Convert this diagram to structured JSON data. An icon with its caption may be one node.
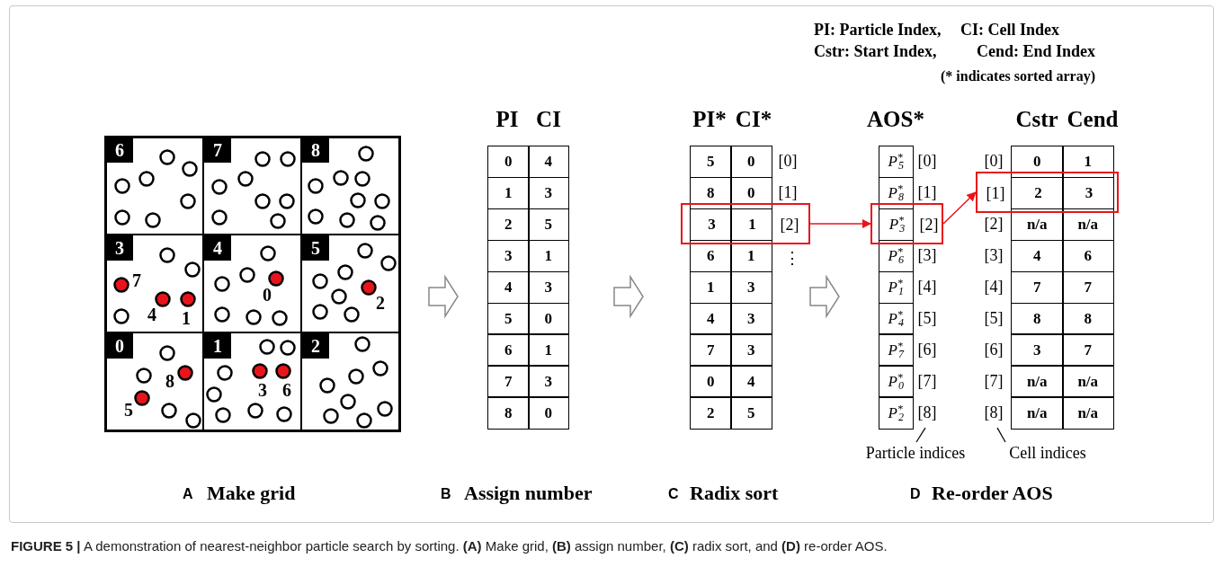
{
  "diagram": {
    "caption": "**FIGURE 5 |** A demonstration of nearest-neighbor particle search by sorting. **(A)** Make grid, **(B)** assign number, **(C)** radix sort, and **(D)** re-order AOS.",
    "nodes": [
      {
        "text": [],
        "shape": "box"
      },
      {
        "text": [
          "6"
        ],
        "in": 0
      },
      {
        "text": [
          "7"
        ],
        "in": 0
      },
      {
        "text": [
          "8"
        ],
        "in": 0
      },
      {
        "text": [
          "3",
          "7",
          "4",
          "1"
        ],
        "in": 0
      },
      {
        "text": [
          "4",
          "0"
        ],
        "in": 0
      },
      {
        "text": [
          "5",
          "2"
        ],
        "in": 0
      },
      {
        "text": [
          "0",
          "8",
          "5"
        ],
        "in": 0
      },
      {
        "text": [
          "1",
          "3",
          "6"
        ],
        "in": 0
      },
      {
        "text": [
          "2"
        ],
        "in": 0
      },
      {
        "text": [
          "PI",
          "CI",
          "0",
          "4",
          "1",
          "3",
          "2",
          "5",
          "3",
          "1",
          "4",
          "3",
          "5",
          "0",
          "6",
          "1",
          "7",
          "3",
          "8",
          "0"
        ]
      },
      {
        "text": [
          "PI*",
          "CI*",
          "5",
          "0",
          "8",
          "0",
          "6",
          "1",
          "1",
          "3",
          "4",
          "3",
          "7",
          "3",
          "0",
          "4",
          "2",
          "5"
        ],
        "beside": [
          "[0]",
          "[1]"
        ]
      },
      {
        "text": [
          "3",
          "1",
          "[2]"
        ]
      },
      {
        "text": [
          "AOS*",
          "*P*$^{*}$$_{5}$",
          "*P*$^{*}$$_{8}$",
          "*P*$^{*}$$_{6}$",
          "*P*$^{*}$$_{1}$",
          "*P*$^{*}$$_{4}$",
          "*P*$^{*}$$_{7}$",
          "*P*$^{*}$$_{0}$",
          "*P*$^{*}$$_{2}$"
        ],
        "beside": [
          "[0]",
          "[1]",
          "[3]",
          "[4]",
          "[5]",
          "[6]",
          "[7]",
          "[8]"
        ]
      },
      {
        "text": [
          "*P*$^{*}$$_{3}$",
          "[2]"
        ]
      },
      {
        "text": [
          "Cstr",
          "Cend",
          "0",
          "1",
          "n/a",
          "n/a",
          "4",
          "6",
          "7",
          "7",
          "8",
          "8",
          "3",
          "7",
          "n/a",
          "n/a",
          "n/a",
          "n/a"
        ],
        "beside": [
          "[0]",
          "[2]",
          "[3]",
          "[4]",
          "[5]",
          "[6]",
          "[7]",
          "[8]"
        ]
      },
      {
        "text": [
          "[1]",
          "2",
          "3"
        ]
      },
      {
        "text": [
          "Particle indices"
        ]
      },
      {
        "text": [
          "Cell indices"
        ]
      }
    ],
    "edges": [
      {
        "from": 0,
        "to": 10,
        "arrow": "to"
      },
      {
        "from": 10,
        "to": 11,
        "arrow": "to"
      },
      {
        "from": 11,
        "to": 13,
        "arrow": "to"
      },
      {
        "from": 12,
        "to": 14,
        "arrow": "to",
        "color": "#e8141b"
      },
      {
        "from": 14,
        "to": 16,
        "arrow": "to",
        "color": "#e8141b"
      },
      {
        "from": 17,
        "to": 13,
        "arrow": "none",
        "color": "#000000"
      },
      {
        "from": 18,
        "to": 15,
        "arrow": "none",
        "color": "#000000"
      }
    ],
    "labels": [
      "PI: Particle Index,",
      "CI: Cell Index",
      "Cstr: Start Index,",
      "Cend: End Index",
      "(* indicates sorted array)",
      "⋮",
      "A",
      "Make grid",
      "B",
      "Assign number",
      "C",
      "Radix sort",
      "D",
      "Re-order AOS"
    ]
  }
}
